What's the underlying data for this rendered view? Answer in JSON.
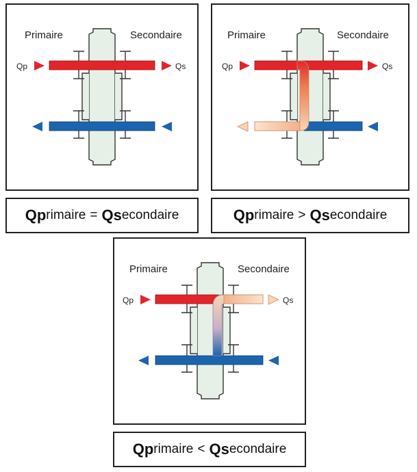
{
  "panels": [
    {
      "primary_label": "Primaire",
      "secondary_label": "Secondaire",
      "qp_label": "Qp",
      "qs_label": "Qs",
      "caption": {
        "left_bold": "Qp",
        "left_rest": "rimaire",
        "operator": "=",
        "right_bold": "Qs",
        "right_rest": "econdaire"
      }
    },
    {
      "primary_label": "Primaire",
      "secondary_label": "Secondaire",
      "qp_label": "Qp",
      "qs_label": "Qs",
      "caption": {
        "left_bold": "Qp",
        "left_rest": "rimaire",
        "operator": ">",
        "right_bold": "Qs",
        "right_rest": "econdaire"
      }
    },
    {
      "primary_label": "Primaire",
      "secondary_label": "Secondaire",
      "qp_label": "Qp",
      "qs_label": "Qs",
      "caption": {
        "left_bold": "Qp",
        "left_rest": "rimaire",
        "operator": "<",
        "right_bold": "Qs",
        "right_rest": "econdaire"
      }
    }
  ],
  "colors": {
    "hot": "#e3252b",
    "cold": "#1c64ae",
    "mixed_light": "#f8d5b5",
    "separator_fill": "#e6f0e6",
    "outline": "#333333"
  }
}
